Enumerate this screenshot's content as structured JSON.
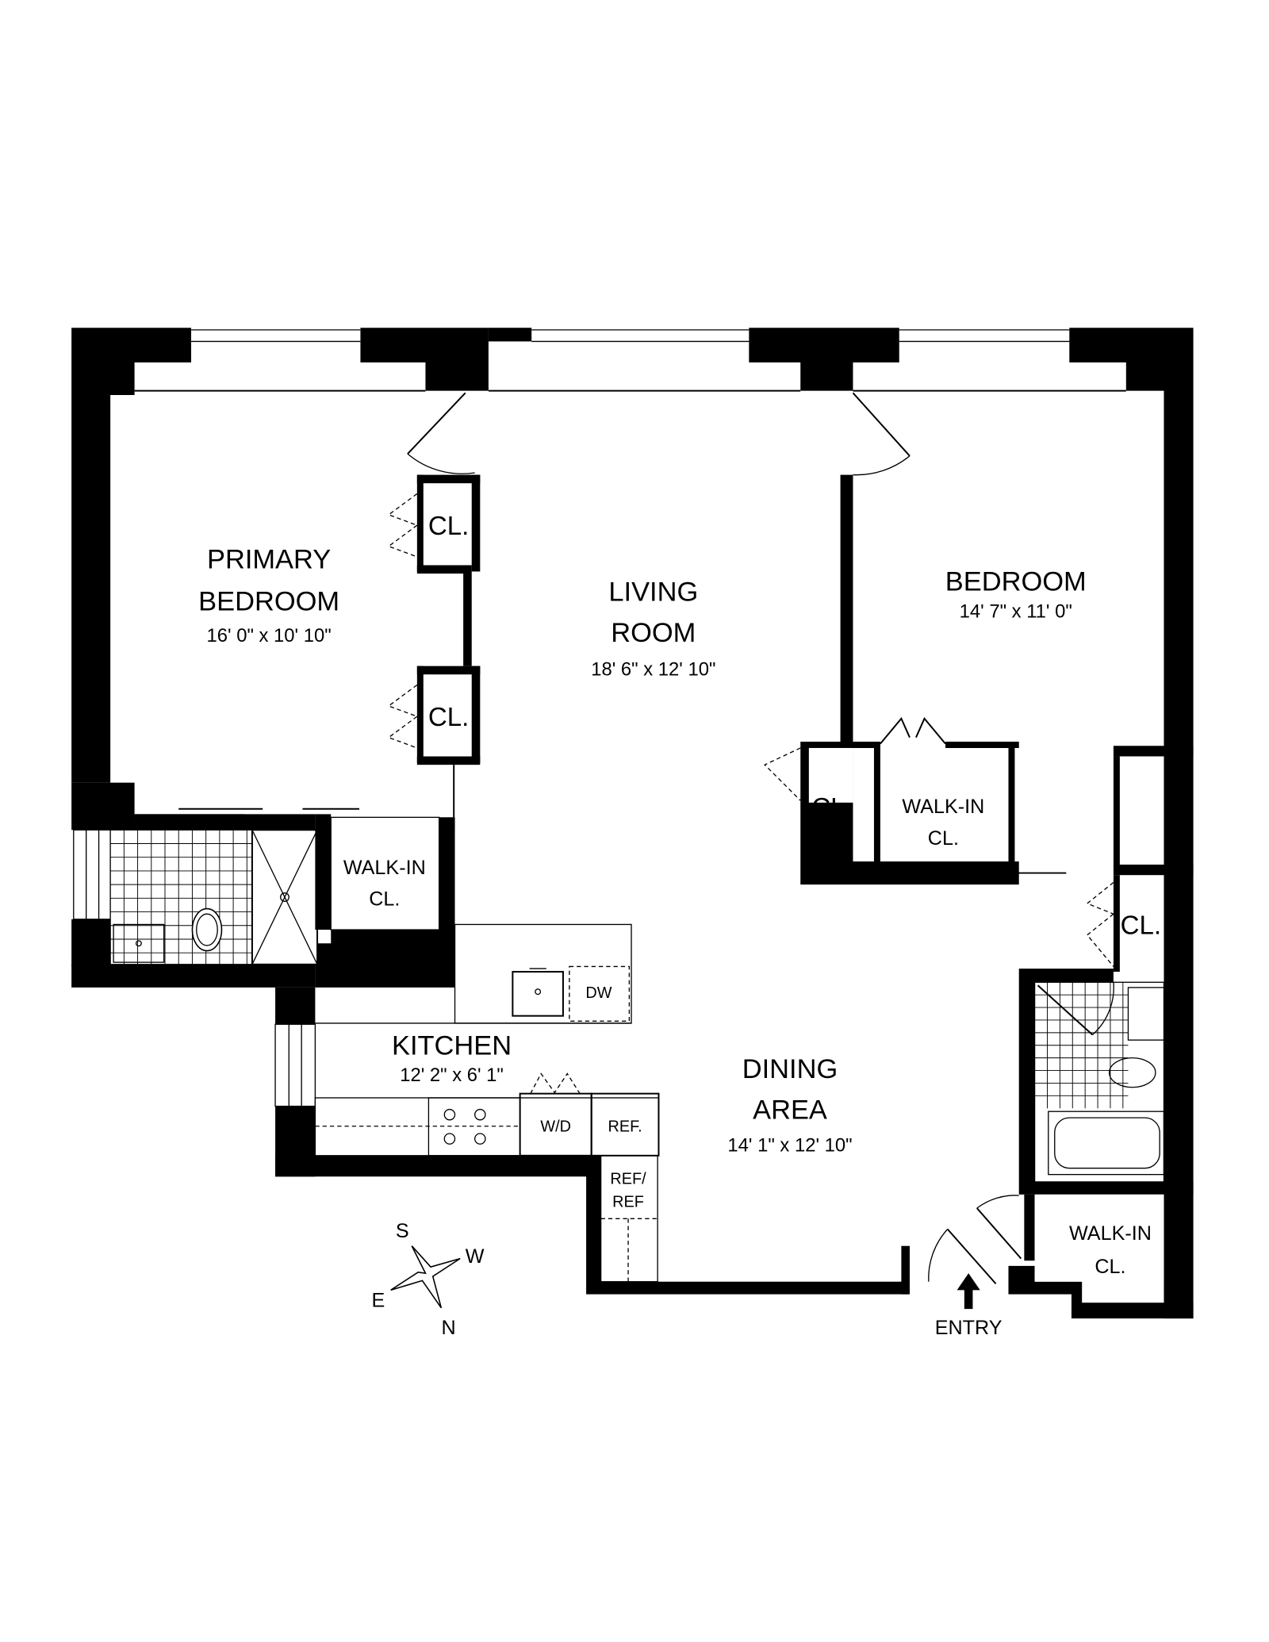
{
  "rooms": {
    "primary_bedroom": {
      "line1": "PRIMARY",
      "line2": "BEDROOM",
      "dims": "16' 0\" x 10' 10\""
    },
    "living_room": {
      "line1": "LIVING",
      "line2": "ROOM",
      "dims": "18' 6\" x 12' 10\""
    },
    "bedroom": {
      "line1": "BEDROOM",
      "dims": "14' 7\" x 11' 0\""
    },
    "kitchen": {
      "line1": "KITCHEN",
      "dims": "12' 2\" x 6' 1\""
    },
    "dining_area": {
      "line1": "DINING",
      "line2": "AREA",
      "dims": "14' 1\" x 12' 10\""
    }
  },
  "closets": {
    "cl": "CL.",
    "walk_in_line1": "WALK-IN",
    "walk_in_line2": "CL."
  },
  "appliances": {
    "dishwasher": "DW",
    "washer_dryer": "W/D",
    "refrigerator": "REF.",
    "ref_ref_line1": "REF/",
    "ref_ref_line2": "REF"
  },
  "entry": "ENTRY",
  "compass": {
    "s": "S",
    "w": "W",
    "e": "E",
    "n": "N"
  }
}
